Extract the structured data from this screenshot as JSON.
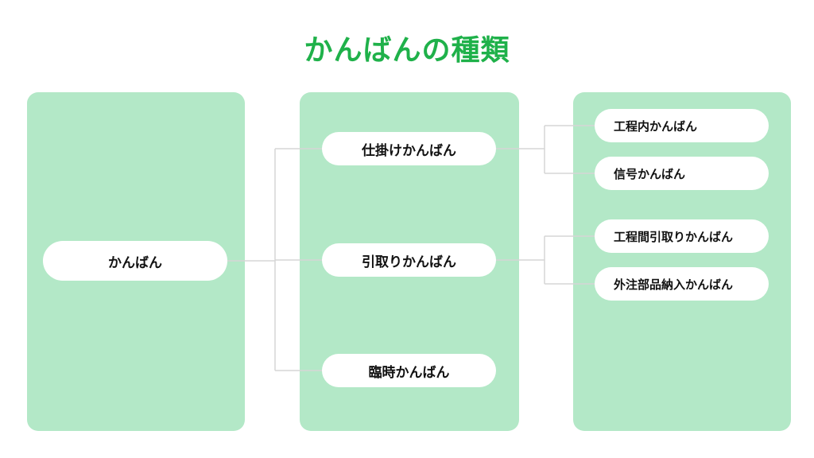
{
  "title": "かんばんの種類",
  "colors": {
    "title": "#1fb14a",
    "panel": "#b3e8c7",
    "node": "#ffffff",
    "connector": "#d6d6d6",
    "text": "#111111"
  },
  "tree": {
    "root": "かんばん",
    "level2": [
      {
        "label": "仕掛けかんばん",
        "children": [
          "工程内かんばん",
          "信号かんばん"
        ]
      },
      {
        "label": "引取りかんばん",
        "children": [
          "工程間引取りかんばん",
          "外注部品納入かんばん"
        ]
      },
      {
        "label": "臨時かんばん",
        "children": []
      }
    ]
  }
}
